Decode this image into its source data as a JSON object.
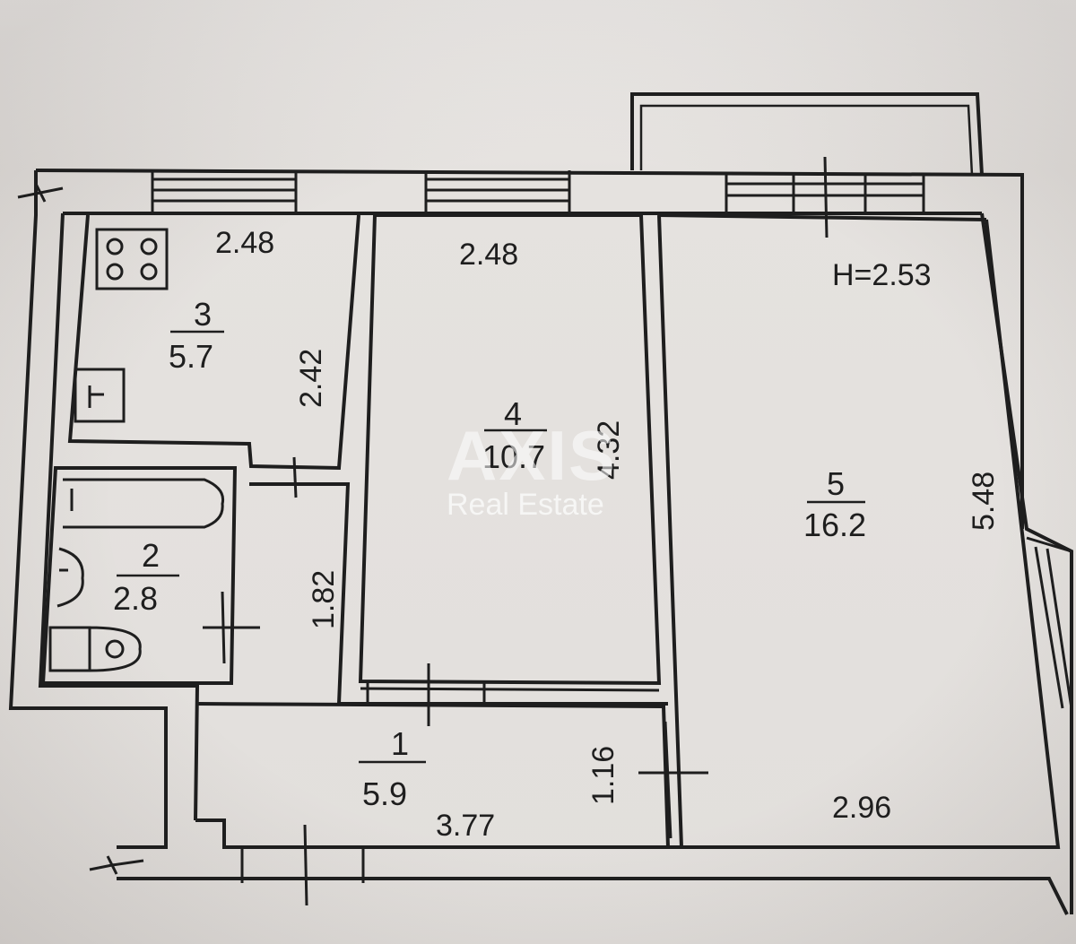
{
  "rooms": [
    {
      "number": "3",
      "area": "5.7"
    },
    {
      "number": "4",
      "area": "10.7"
    },
    {
      "number": "5",
      "area": "16.2"
    },
    {
      "number": "2",
      "area": "2.8"
    },
    {
      "number": "1",
      "area": "5.9"
    }
  ],
  "dimensions": {
    "kitchen_width": "2.48",
    "kitchen_depth": "2.42",
    "room4_width": "2.48",
    "room4_depth": "4.32",
    "room5_depth": "5.48",
    "room5_width": "2.96",
    "corridor_length": "1.82",
    "hall_length": "3.77",
    "hall_width": "1.16"
  },
  "ceiling_height": "H=2.53",
  "watermark": {
    "brand": "AXIS",
    "tagline": "Real Estate"
  },
  "colors": {
    "ink": "#1e1e1e",
    "paper": "#e6e3e0"
  }
}
